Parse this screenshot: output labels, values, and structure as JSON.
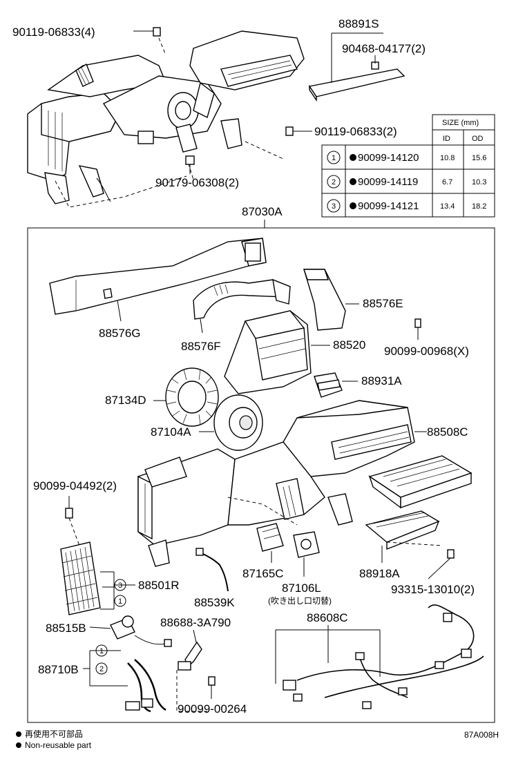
{
  "labels": {
    "p90119_06833_4": "90119-06833(4)",
    "p88891S": "88891S",
    "p90468_04177_2": "90468-04177(2)",
    "p90119_06833_2": "90119-06833(2)",
    "p90179_06308_2": "90179-06308(2)",
    "p87030A": "87030A",
    "p88576E": "88576E",
    "p88576G": "88576G",
    "p88576F": "88576F",
    "p88520": "88520",
    "p90099_00968_X": "90099-00968(X)",
    "p88931A": "88931A",
    "p87134D": "87134D",
    "p87104A": "87104A",
    "p88508C": "88508C",
    "p90099_04492_2": "90099-04492(2)",
    "p88501R": "88501R",
    "p88539K": "88539K",
    "p87165C": "87165C",
    "p87106L": "87106L",
    "p87106L_note": "(吹き出し口切替)",
    "p88918A": "88918A",
    "p93315_13010_2": "93315-13010(2)",
    "p88515B": "88515B",
    "p88688_3A790": "88688-3A790",
    "p88608C": "88608C",
    "p88710B": "88710B",
    "p90099_00264": "90099-00264"
  },
  "callouts": {
    "c1": "1",
    "c2": "2",
    "c3": "3"
  },
  "size_table": {
    "header": "SIZE (mm)",
    "col_id": "ID",
    "col_od": "OD",
    "rows": [
      {
        "num": "1",
        "part": "90099-14120",
        "id": "10.8",
        "od": "15.6"
      },
      {
        "num": "2",
        "part": "90099-14119",
        "id": "6.7",
        "od": "10.3"
      },
      {
        "num": "3",
        "part": "90099-14121",
        "id": "13.4",
        "od": "18.2"
      }
    ]
  },
  "legend": {
    "jp": "再使用不可部品",
    "en": "Non-reusable part"
  },
  "diagram_code": "87A008H"
}
